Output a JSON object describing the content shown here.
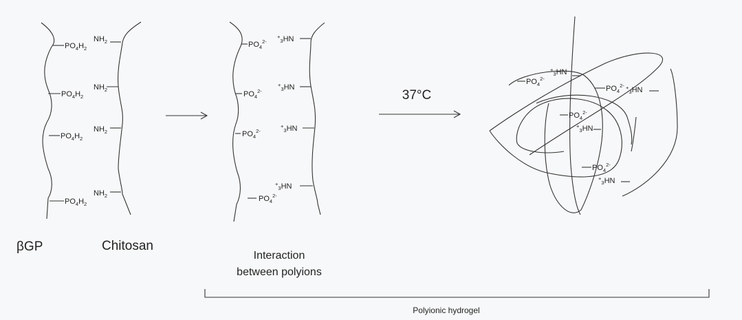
{
  "stage1": {
    "pairs": [
      {
        "p_base": "PO",
        "p_sub1": "4",
        "p_mid": "H",
        "p_sub2": "2",
        "n_base": "NH",
        "n_sub": "2"
      },
      {
        "p_base": "PO",
        "p_sub1": "4",
        "p_mid": "H",
        "p_sub2": "2",
        "n_base": "NH",
        "n_sub": "2"
      },
      {
        "p_base": "PO",
        "p_sub1": "4",
        "p_mid": "H",
        "p_sub2": "2",
        "n_base": "NH",
        "n_sub": "2"
      },
      {
        "p_base": "PO",
        "p_sub1": "4",
        "p_mid": "H",
        "p_sub2": "2",
        "n_base": "NH",
        "n_sub": "2"
      }
    ],
    "label_left": "βGP",
    "label_right": "Chitosan"
  },
  "stage2": {
    "anion": {
      "base": "PO",
      "sub": "4",
      "sup": "2-"
    },
    "cation": {
      "plus": "+",
      "sub": "3",
      "base": "HN"
    },
    "caption_line1": "Interaction",
    "caption_line2": "between polyions"
  },
  "condition": "37°C",
  "stage3": {
    "anion": {
      "base": "PO",
      "sub": "4",
      "sup": "2-"
    },
    "cation": {
      "plus": "+",
      "sub": "3",
      "base": "HN"
    }
  },
  "bracket_label": "Polyionic hydrogel"
}
